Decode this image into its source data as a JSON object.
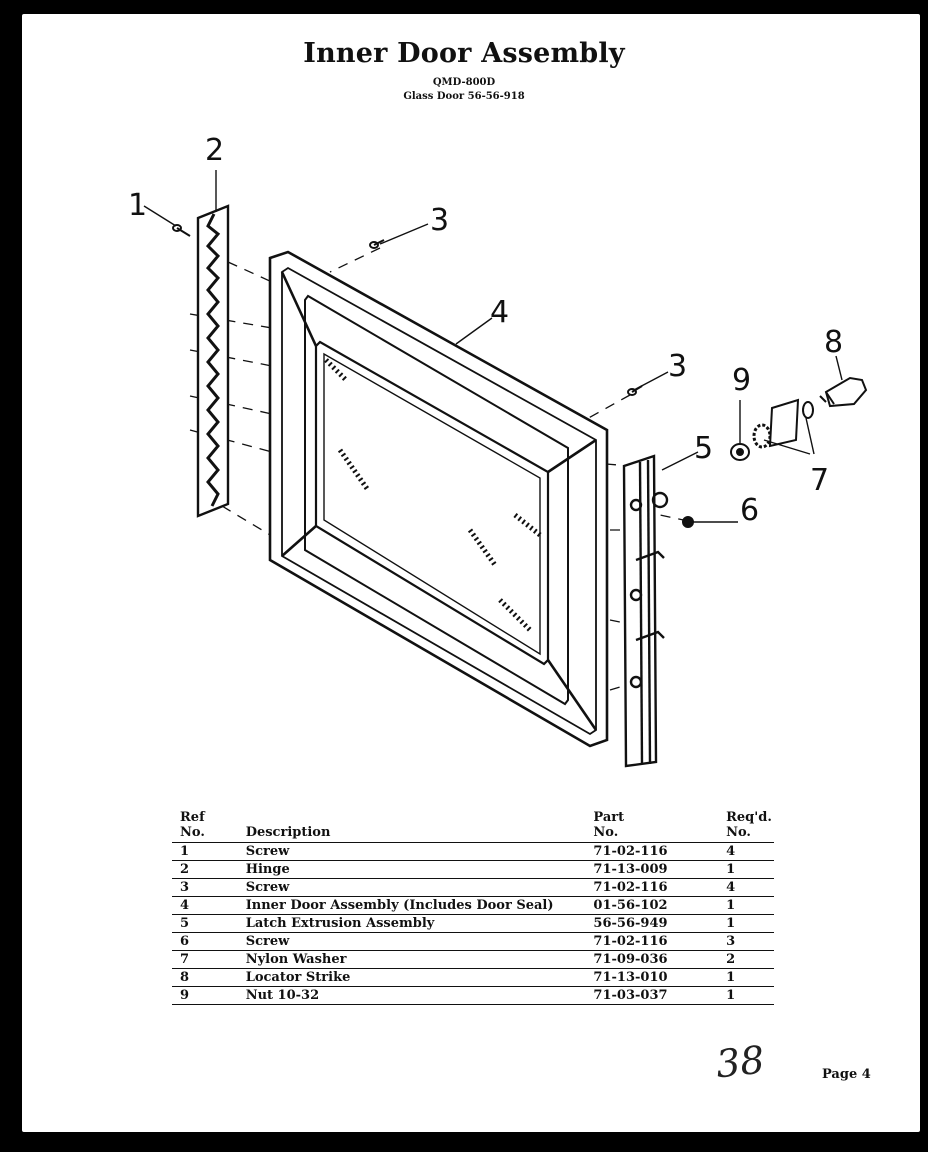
{
  "document": {
    "title": "Inner Door Assembly",
    "model": "QMD-800D",
    "subtitle": "Glass Door 56-56-918",
    "page_label": "Page 4",
    "handwritten_number": "38"
  },
  "diagram": {
    "callouts": [
      "1",
      "2",
      "3",
      "4",
      "3",
      "5",
      "6",
      "7",
      "8",
      "9"
    ]
  },
  "table": {
    "headers": {
      "ref": [
        "Ref",
        "No."
      ],
      "description": "Description",
      "part": [
        "Part",
        "No."
      ],
      "req": [
        "Req'd.",
        "No."
      ]
    },
    "rows": [
      {
        "ref": "1",
        "description": "Screw",
        "part": "71-02-116",
        "req": "4"
      },
      {
        "ref": "2",
        "description": "Hinge",
        "part": "71-13-009",
        "req": "1"
      },
      {
        "ref": "3",
        "description": "Screw",
        "part": "71-02-116",
        "req": "4"
      },
      {
        "ref": "4",
        "description": "Inner Door Assembly (Includes Door Seal)",
        "part": "01-56-102",
        "req": "1"
      },
      {
        "ref": "5",
        "description": "Latch Extrusion Assembly",
        "part": "56-56-949",
        "req": "1"
      },
      {
        "ref": "6",
        "description": "Screw",
        "part": "71-02-116",
        "req": "3"
      },
      {
        "ref": "7",
        "description": "Nylon Washer",
        "part": "71-09-036",
        "req": "2"
      },
      {
        "ref": "8",
        "description": "Locator Strike",
        "part": "71-13-010",
        "req": "1"
      },
      {
        "ref": "9",
        "description": "Nut 10-32",
        "part": "71-03-037",
        "req": "1"
      }
    ]
  }
}
